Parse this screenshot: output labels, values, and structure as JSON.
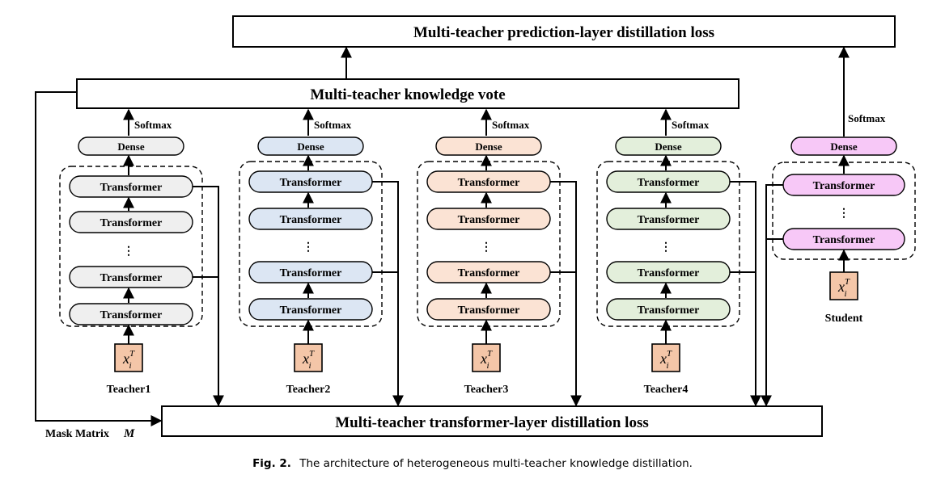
{
  "top_box": "Multi-teacher prediction-layer distillation loss",
  "vote_box": "Multi-teacher knowledge vote",
  "bottom_box": "Multi-teacher transformer-layer distillation loss",
  "mask_label": "Mask Matrix",
  "mask_symbol": "M",
  "softmax": "Softmax",
  "dense": "Dense",
  "transformer": "Transformer",
  "ellipsis": "⋮",
  "input_base": "x",
  "input_sub": "i",
  "input_sup": "T",
  "teachers": [
    {
      "name": "Teacher1",
      "color": "#efefef"
    },
    {
      "name": "Teacher2",
      "color": "#dce6f3"
    },
    {
      "name": "Teacher3",
      "color": "#fbe3d4"
    },
    {
      "name": "Teacher4",
      "color": "#e3efdb"
    }
  ],
  "student": {
    "name": "Student",
    "color": "#f7c8f7"
  },
  "input_color": "#f4c6a8",
  "caption_label": "Fig. 2.",
  "caption_text": "The architecture of heterogeneous multi-teacher knowledge distillation."
}
